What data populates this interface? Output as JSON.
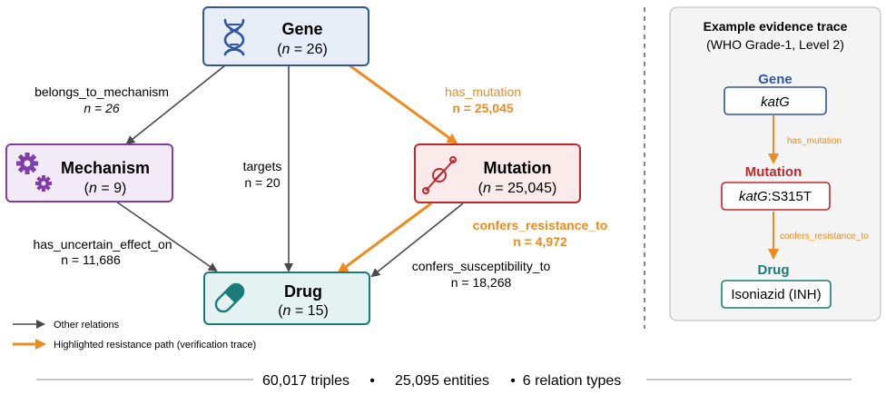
{
  "nodes": {
    "gene": {
      "title": "Gene",
      "count": "(n = 26)",
      "n": "26",
      "icon": "dna-icon"
    },
    "mechanism": {
      "title": "Mechanism",
      "count": "(n = 9)",
      "n": "9",
      "icon": "gears-icon"
    },
    "mutation": {
      "title": "Mutation",
      "count": "(n = 25,045)",
      "n": "25,045",
      "icon": "mutation-icon"
    },
    "drug": {
      "title": "Drug",
      "count": "(n = 15)",
      "n": "15",
      "icon": "pill-icon"
    }
  },
  "edges": {
    "belongs_to_mechanism": {
      "label": "belongs_to_mechanism",
      "count": "n = 26",
      "highlight": false
    },
    "targets": {
      "label": "targets",
      "count": "n = 20",
      "highlight": false
    },
    "has_mutation": {
      "label": "has_mutation",
      "count": "n = 25,045",
      "highlight": true
    },
    "has_uncertain_effect_on": {
      "label": "has_uncertain_effect_on",
      "count": "n = 11,686",
      "highlight": false
    },
    "confers_resistance_to": {
      "label": "confers_resistance_to",
      "count": "n = 4,972",
      "highlight": true
    },
    "confers_susceptibility_to": {
      "label": "confers_susceptibility_to",
      "count": "n = 18,268",
      "highlight": false
    }
  },
  "legend": {
    "other": "Other relations",
    "highlighted": "Highlighted resistance path (verification trace)"
  },
  "trace": {
    "title": "Example evidence trace",
    "subtitle": "(WHO Grade-1, Level 2)",
    "gene_label": "Gene",
    "gene_value": "katG",
    "edge1": "has_mutation",
    "mutation_label": "Mutation",
    "mutation_value_italic": "katG",
    "mutation_value_rest": ":S315T",
    "edge2": "confers_resistance_to",
    "drug_label": "Drug",
    "drug_value": "Isoniazid (INH)"
  },
  "footer": {
    "triples": "60,017 triples",
    "entities": "25,095 entities",
    "relation_types": "6 relation types",
    "separator": "•"
  },
  "colors": {
    "gene": "#2f55a4",
    "gene_fill": "#e8eef8",
    "mechanism": "#7e3fa8",
    "mechanism_fill": "#f2eaf7",
    "mutation": "#c0272d",
    "mutation_fill": "#fbeaea",
    "drug": "#1a7b78",
    "drug_fill": "#e4f2f1",
    "highlight": "#f08a1c",
    "neutral": "#4a4a4a"
  }
}
